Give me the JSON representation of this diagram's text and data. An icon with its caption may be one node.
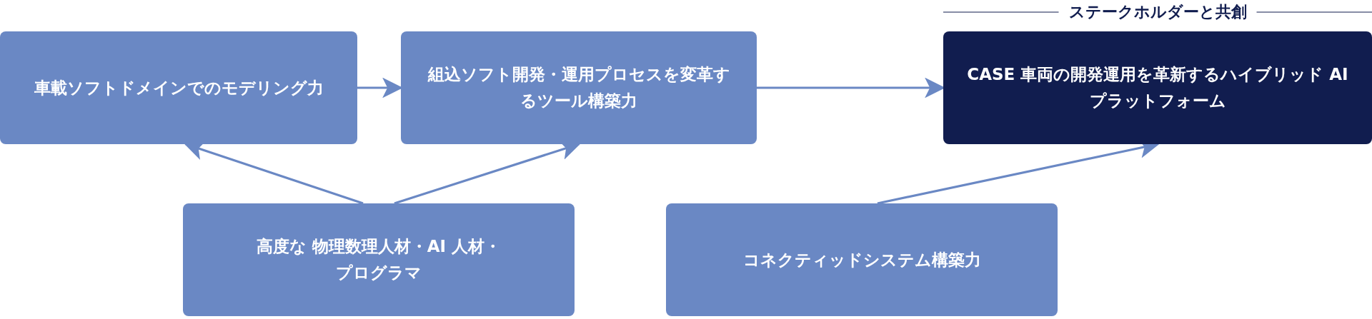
{
  "diagram": {
    "nodes": [
      {
        "text": [
          "車載ソフトドメインでのモデリング力"
        ]
      },
      {
        "text": [
          "組込ソフト開発・運用プロセスを変革するツール構築力"
        ]
      },
      {
        "text": [
          "CASE 車両の開発運用を革新するハイブリッド AI プラットフォーム"
        ],
        "beside": [
          "ステークホルダーと共創"
        ]
      },
      {
        "text": [
          "高度な 物理数理人材・AI 人材・プログラマ"
        ]
      },
      {
        "text": [
          "コネクティッドシステム構築力"
        ]
      }
    ],
    "edges": [
      {
        "from": 0,
        "to": 1,
        "arrow": "to"
      },
      {
        "from": 1,
        "to": 2,
        "arrow": "to"
      },
      {
        "from": 3,
        "to": 0,
        "arrow": "to"
      },
      {
        "from": 3,
        "to": 1,
        "arrow": "to"
      },
      {
        "from": 4,
        "to": 2,
        "arrow": "to"
      }
    ]
  }
}
